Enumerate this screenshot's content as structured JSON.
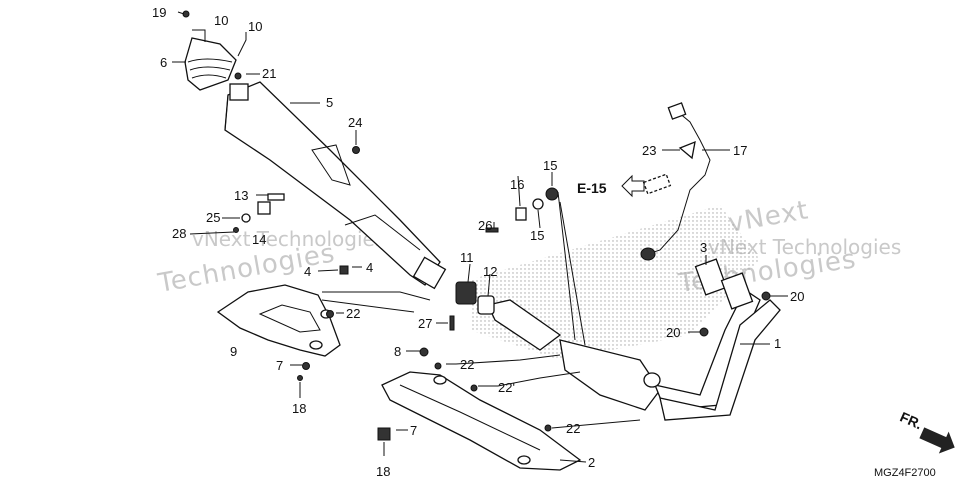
{
  "callouts": {
    "c19": "19",
    "c10a": "10",
    "c10b": "10",
    "c6": "6",
    "c21": "21",
    "c5": "5",
    "c24": "24",
    "c13": "13",
    "c25": "25",
    "c28": "28",
    "c14": "14",
    "c4a": "4",
    "c4b": "4",
    "c22a": "22",
    "c9": "9",
    "c7a": "7",
    "c18a": "18",
    "c26": "26",
    "c16": "16",
    "c15a": "15",
    "c15b": "15",
    "c11": "11",
    "c12": "12",
    "c27": "27",
    "c8": "8",
    "c22b": "22",
    "c22c": "22'",
    "c7b": "7",
    "c18b": "18",
    "c22d": "22",
    "c2": "2",
    "c23": "23",
    "c17": "17",
    "c3": "3",
    "c20a": "20",
    "c20b": "20",
    "c1": "1"
  },
  "reference": {
    "label": "E-15"
  },
  "direction": {
    "label": "FR."
  },
  "diagram_code": "MGZ4F2700",
  "watermarks": {
    "left_line1": "vNext Technologies",
    "left_line2": "Technologies",
    "right_line1": "vNext",
    "right_line2": "vNext Technologies",
    "right_line3": "Technologies"
  }
}
